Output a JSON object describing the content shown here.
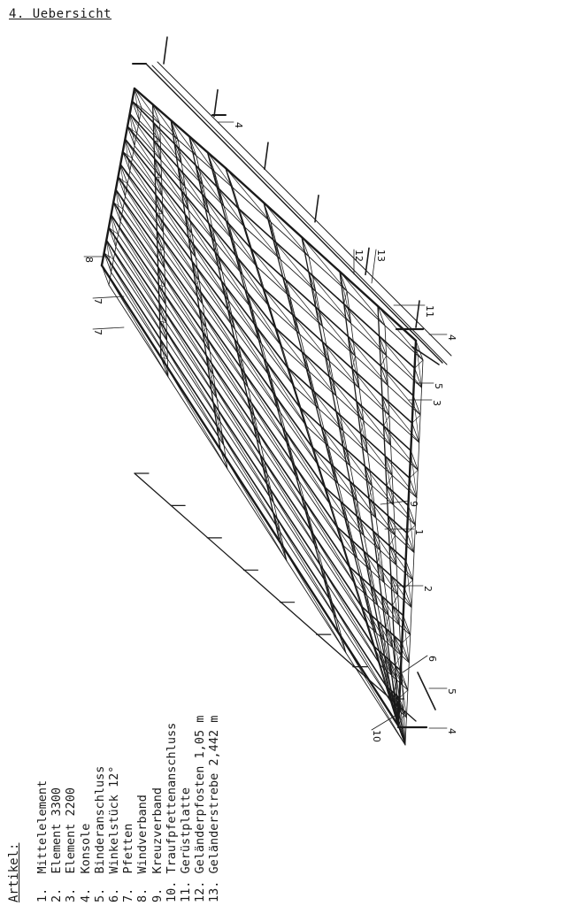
{
  "heading": "4. Uebersicht",
  "legend": {
    "title": "Artikel:",
    "items": [
      {
        "num": "1.",
        "label": "Mittelelement"
      },
      {
        "num": "2.",
        "label": "Element 3300"
      },
      {
        "num": "3.",
        "label": "Element 2200"
      },
      {
        "num": "4.",
        "label": "Konsole"
      },
      {
        "num": "5.",
        "label": "Binderanschluss"
      },
      {
        "num": "6.",
        "label": "Winkelstück 12°"
      },
      {
        "num": "7.",
        "label": "Pfetten"
      },
      {
        "num": "8.",
        "label": "Windverband"
      },
      {
        "num": "9.",
        "label": "Kreuzverband"
      },
      {
        "num": "10.",
        "label": "Traufpfettenanschluss"
      },
      {
        "num": "11.",
        "label": "Gerüstplatte"
      },
      {
        "num": "12.",
        "label": "Geländerpfosten 1,05 m"
      },
      {
        "num": "13.",
        "label": "Geländerstrebe 2,442 m"
      }
    ]
  },
  "callouts": [
    "1",
    "2",
    "3",
    "4",
    "4",
    "4",
    "5",
    "5",
    "6",
    "7",
    "7",
    "8",
    "9",
    "10",
    "11",
    "12",
    "13"
  ],
  "colors": {
    "ink": "#1a1a1a",
    "paper": "#ffffff"
  }
}
